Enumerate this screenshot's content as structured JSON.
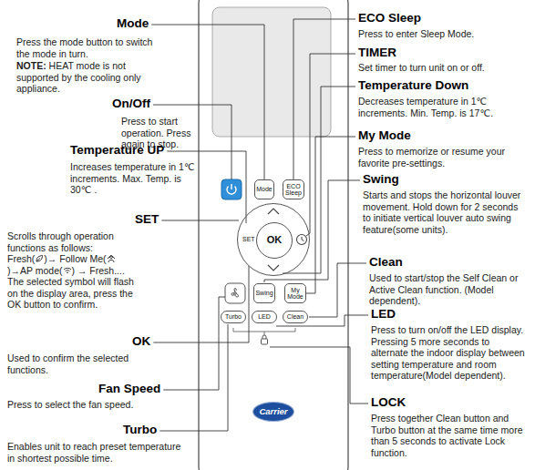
{
  "diagram": {
    "nodes": [
      {
        "text": [
          "Mode"
        ]
      },
      {
        "text": [
          "ECO Sleep"
        ]
      },
      {
        "text": [
          "SET"
        ]
      },
      {
        "text": [
          "OK"
        ],
        "in": 2
      },
      {
        "text": [
          "Swing"
        ]
      },
      {
        "text": [
          "My Mode"
        ]
      },
      {
        "text": [
          "Turbo"
        ]
      },
      {
        "text": [
          "LED"
        ]
      },
      {
        "text": [
          "Clean"
        ]
      },
      {
        "text": [
          "Carrier"
        ]
      }
    ],
    "labels": [
      "Mode",
      "Press the mode button to switch the mode in turn.",
      "NOTE:",
      "HEAT mode is not supported by the cooling only appliance.",
      "On/Off",
      "Press to start operation. Press again to stop.",
      "Temperature UP",
      "Increases temperature in 1℃ increments. Max. Temp. is 30℃ .",
      "SET",
      "Scrolls through operation functions as follows:",
      "Fresh(",
      ")→ Follow Me(",
      ")→",
      "AP mode(",
      ") → Fresh....",
      "The selected symbol will flash on the display area, press the OK button to confirm.",
      "OK",
      "Used to confirm the selected functions.",
      "Fan Speed",
      "Press to select the fan speed.",
      "Turbo",
      "Enables unit to reach preset temperature in shortest possible time.",
      "ECO Sleep",
      "Press to enter Sleep Mode.",
      "TIMER",
      "Set timer to turn unit on or off.",
      "Temperature Down",
      "Decreases temperature in 1℃ increments. Min. Temp. is 17℃.",
      "My Mode",
      "Press to memorize or resume your favorite pre-settings.",
      "Swing",
      "Starts and stops the horizontal louver movement. Hold down for 2 seconds to initiate vertical louver auto swing feature(some units).",
      "Clean",
      "Used to start/stop the Self Clean or Active Clean function. (Model dependent).",
      "LED",
      "Press to turn on/off the LED display. Pressing 5 more seconds to alternate the indoor display between setting temperature and room temperature(Model dependent).",
      "LOCK",
      "Press together Clean button and Turbo button at the same time more than 5 seconds to activate Lock function."
    ]
  }
}
